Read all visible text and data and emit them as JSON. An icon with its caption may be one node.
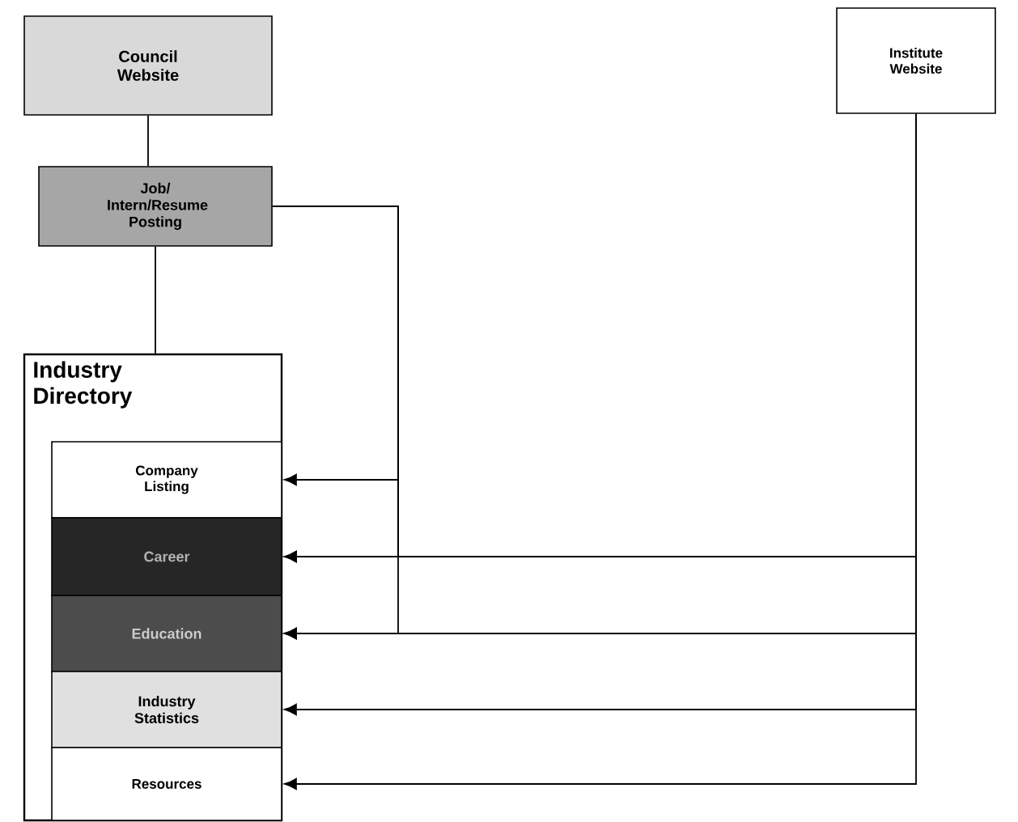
{
  "diagram": {
    "nodes": [
      {
        "text": [
          "Council Website"
        ]
      },
      {
        "text": [
          "Job/ Intern/Resume Posting"
        ]
      },
      {
        "text": [
          "Industry Directory"
        ]
      },
      {
        "text": [
          "Company Listing"
        ],
        "in": 2
      },
      {
        "text": [
          "Career"
        ],
        "in": 2
      },
      {
        "text": [
          "Education"
        ],
        "in": 2
      },
      {
        "text": [
          "Industry Statistics"
        ],
        "in": 2
      },
      {
        "text": [
          "Resources"
        ],
        "in": 2
      },
      {
        "text": [
          "Institute Website"
        ]
      }
    ],
    "edges": [
      {
        "from": 0,
        "to": 1,
        "arrow": "none"
      },
      {
        "from": 1,
        "to": 2,
        "arrow": "none"
      },
      {
        "from": 1,
        "to": 3,
        "arrow": "to"
      },
      {
        "from": 1,
        "to": 4,
        "arrow": "to"
      },
      {
        "from": 1,
        "to": 5,
        "arrow": "to"
      },
      {
        "from": 8,
        "to": 4,
        "arrow": "to"
      },
      {
        "from": 8,
        "to": 5,
        "arrow": "to"
      },
      {
        "from": 8,
        "to": 6,
        "arrow": "to"
      },
      {
        "from": 8,
        "to": 7,
        "arrow": "to"
      }
    ]
  }
}
